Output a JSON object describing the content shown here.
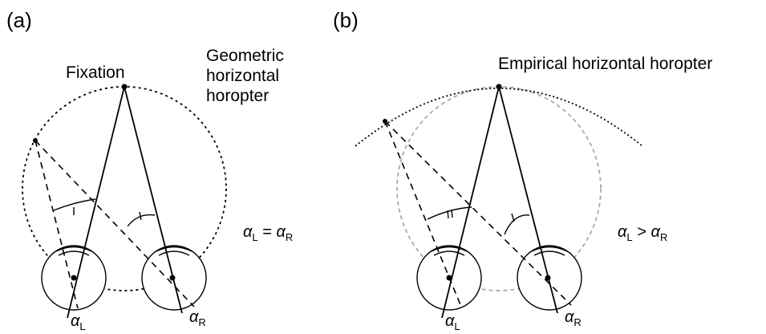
{
  "panel_a": {
    "label": "(a)",
    "fixation": "Fixation",
    "horopter_lines": [
      "Geometric",
      "horizontal",
      "horopter"
    ],
    "equation": {
      "alpha": "α",
      "left_sub": "L",
      "relation": " = ",
      "right_sub": "R"
    },
    "eye_left_label": {
      "alpha": "α",
      "sub": "L"
    },
    "eye_right_label": {
      "alpha": "α",
      "sub": "R"
    }
  },
  "panel_b": {
    "label": "(b)",
    "horopter": "Empirical horizontal horopter",
    "equation": {
      "alpha": "α",
      "left_sub": "L",
      "relation": " > ",
      "right_sub": "R"
    },
    "eye_left_label": {
      "alpha": "α",
      "sub": "L"
    },
    "eye_right_label": {
      "alpha": "α",
      "sub": "R"
    }
  }
}
